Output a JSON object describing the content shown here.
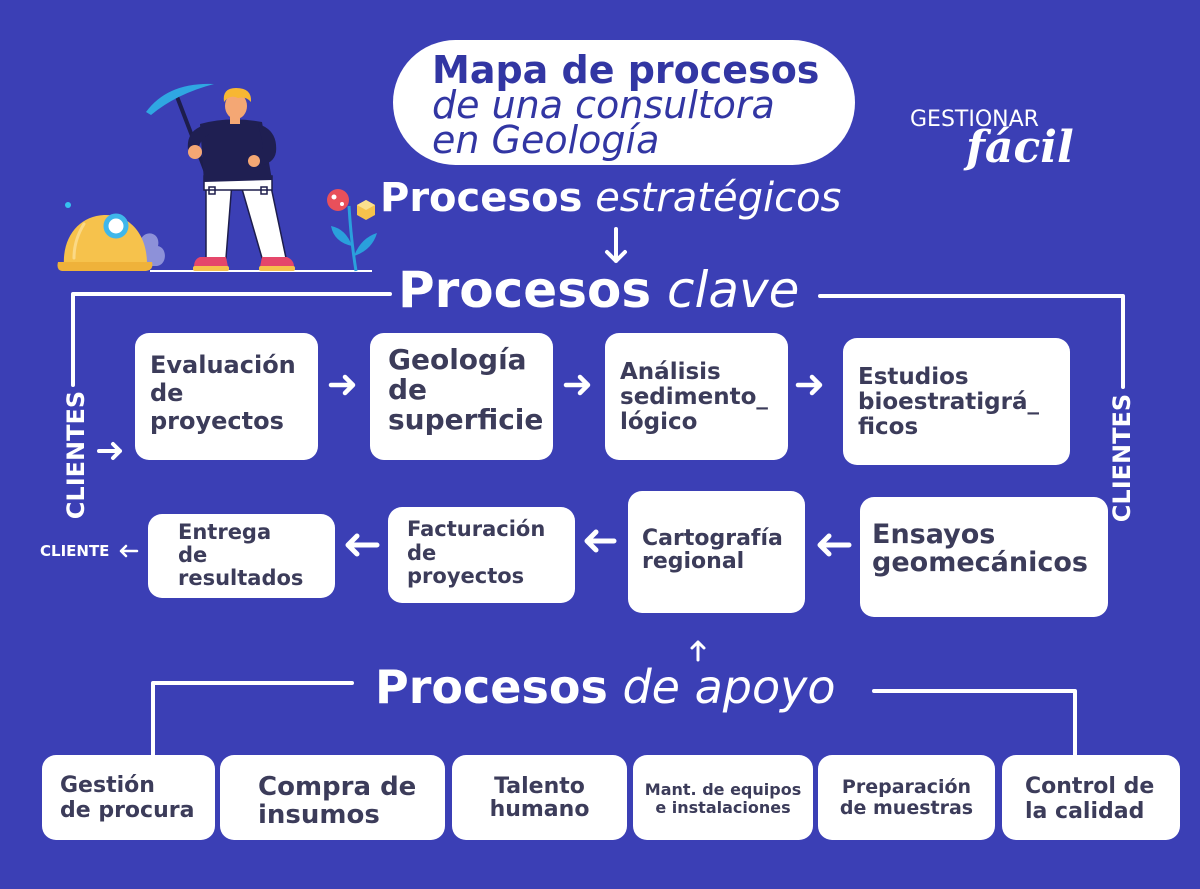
{
  "title": {
    "line1": "Mapa de procesos",
    "line2": "de una consultora",
    "line3": "en Geología"
  },
  "logo": {
    "top": "GESTIONAR",
    "script": "fácil"
  },
  "headings": {
    "strategic": {
      "bold": "Procesos",
      "italic": "estratégicos"
    },
    "key": {
      "bold": "Procesos",
      "italic": "clave"
    },
    "support": {
      "bold": "Procesos",
      "italic": "de apoyo"
    }
  },
  "clients": {
    "left": "CLIENTES",
    "right": "CLIENTES",
    "output": "CLIENTE"
  },
  "key_processes": {
    "row1": [
      {
        "lines": [
          "Evaluación",
          "de",
          "proyectos"
        ]
      },
      {
        "lines": [
          "Geología",
          "de",
          "superficie"
        ]
      },
      {
        "lines": [
          "Análisis",
          "sedimento_",
          "lógico"
        ]
      },
      {
        "lines": [
          "Estudios",
          "bioestratigrá_",
          "ficos"
        ]
      }
    ],
    "row2": [
      {
        "lines": [
          "Ensayos",
          "geomecánicos"
        ]
      },
      {
        "lines": [
          "Cartografía",
          "regional"
        ]
      },
      {
        "lines": [
          "Facturación",
          "de",
          "proyectos"
        ]
      },
      {
        "lines": [
          "Entrega",
          "de",
          "resultados"
        ]
      }
    ]
  },
  "support_processes": [
    {
      "lines": [
        "Gestión",
        "de procura"
      ]
    },
    {
      "lines": [
        "Compra de",
        "insumos"
      ]
    },
    {
      "lines": [
        "Talento",
        "humano"
      ]
    },
    {
      "lines": [
        "Mant. de equipos",
        "e instalaciones"
      ]
    },
    {
      "lines": [
        "Preparación",
        "de muestras"
      ]
    },
    {
      "lines": [
        "Control de",
        "la calidad"
      ]
    }
  ],
  "colors": {
    "background": "#3b3fb5",
    "title_text": "#3236a3",
    "box_text": "#3c3c5a",
    "box_fill": "#ffffff",
    "connectors": "#ffffff"
  },
  "icons": [
    "geologist-illustration",
    "mining-helmet-icon",
    "flower-icon",
    "arrow-right-icon",
    "arrow-left-icon",
    "arrow-down-icon",
    "arrow-up-icon"
  ]
}
